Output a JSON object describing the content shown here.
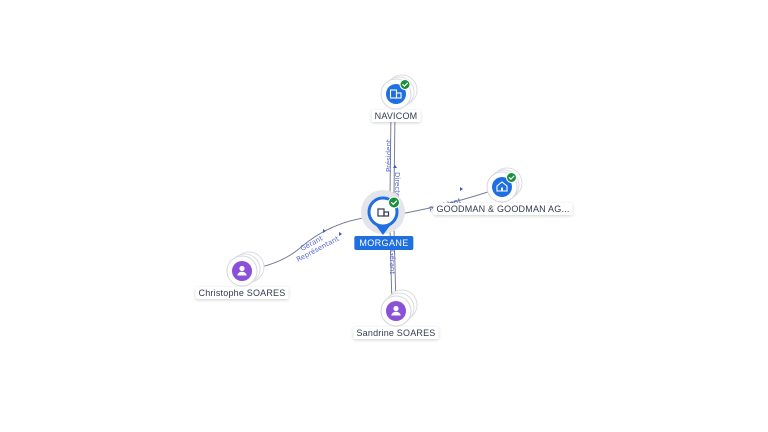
{
  "nodes": {
    "main": {
      "label": "MORGANE",
      "type": "company",
      "verified": true
    },
    "navicom": {
      "label": "NAVICOM",
      "type": "company",
      "verified": true
    },
    "goodman": {
      "label": "GOODMAN & GOODMAN AG...",
      "type": "company",
      "verified": true
    },
    "christophe": {
      "label": "Christophe SOARES",
      "type": "person",
      "verified": false
    },
    "sandrine": {
      "label": "Sandrine SOARES",
      "type": "person",
      "verified": false
    }
  },
  "edges": {
    "navicom_president": "Président",
    "navicom_directeur": "Directeur",
    "goodman_president": "Président",
    "christophe_gerant": "Gérant",
    "christophe_representant": "Représentant",
    "sandrine_gerant": "Gérant"
  },
  "icons": {
    "company": "building-icon",
    "person": "person-icon",
    "verified": "check-badge-icon"
  },
  "colors": {
    "company_blue": "#1f6fe0",
    "person_purple": "#8b4fd8",
    "verified_green": "#1a8f3c",
    "edge_label": "#5b6bd6"
  }
}
